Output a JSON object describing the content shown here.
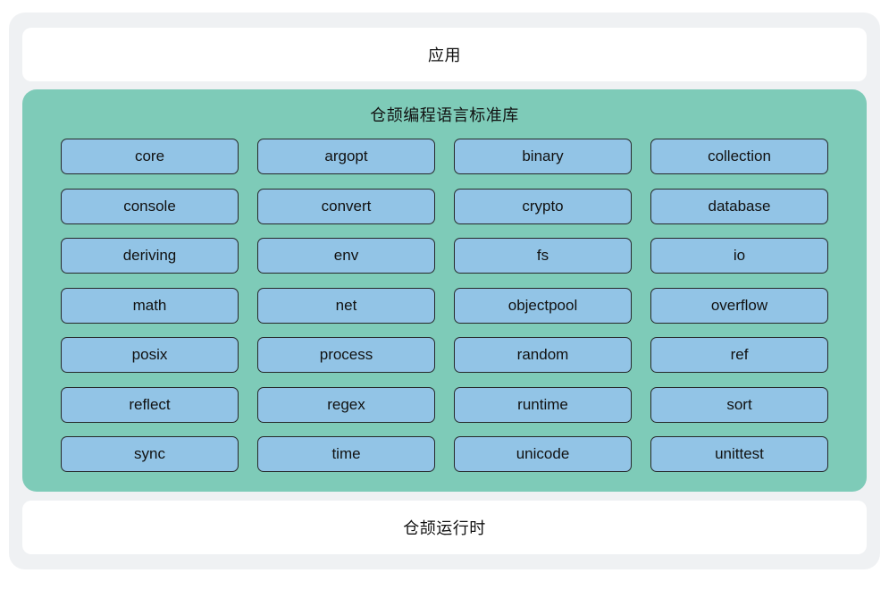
{
  "app_layer": {
    "label": "应用"
  },
  "stdlib": {
    "title": "仓颉编程语言标准库",
    "modules": [
      "core",
      "argopt",
      "binary",
      "collection",
      "console",
      "convert",
      "crypto",
      "database",
      "deriving",
      "env",
      "fs",
      "io",
      "math",
      "net",
      "objectpool",
      "overflow",
      "posix",
      "process",
      "random",
      "ref",
      "reflect",
      "regex",
      "runtime",
      "sort",
      "sync",
      "time",
      "unicode",
      "unittest"
    ]
  },
  "runtime_layer": {
    "label": "仓颉运行时"
  },
  "colors": {
    "outer_bg": "#eff1f3",
    "layer_bg": "#ffffff",
    "stdlib_bg": "#7ecbb8",
    "module_bg": "#92c4e6",
    "module_border": "#26282a",
    "text": "#111111"
  }
}
